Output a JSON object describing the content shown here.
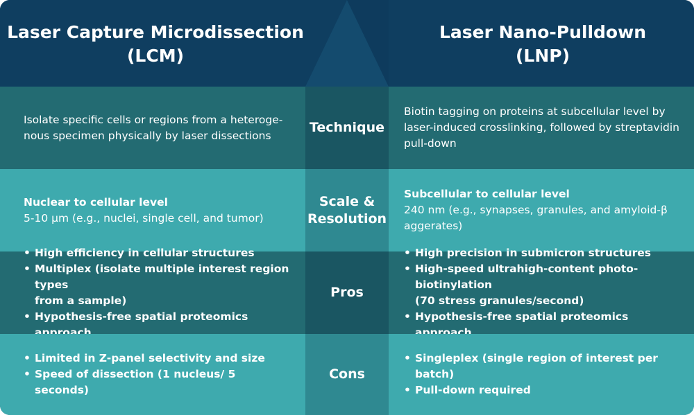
{
  "header": {
    "left_title": [
      "Laser Capture Microdissection",
      "(LCM)"
    ],
    "right_title": [
      "Laser Nano-Pulldown",
      "(LNP)"
    ]
  },
  "colors": {
    "header": "#0f3e60",
    "row_dark_side": "#236b72",
    "row_dark_mid": "#1a5662",
    "row_light_side": "#3eaaae",
    "row_light_mid": "#2f8991"
  },
  "rows": [
    {
      "label": [
        "Technique"
      ],
      "left": [
        "Isolate specific cells or regions from a heteroge-",
        "nous specimen physically by laser dissections"
      ],
      "right": [
        "Biotin tagging on proteins at subcellular level by",
        "laser-induced crosslinking, followed by streptavidin",
        "pull-down"
      ]
    },
    {
      "label": [
        "Scale &",
        "Resolution"
      ],
      "left_bold": "Nuclear to cellular level",
      "left": "5-10 μm (e.g., nuclei,  single cell, and tumor)",
      "right_bold": "Subcellular to cellular level",
      "right": [
        "240 nm (e.g., synapses, granules, and amyloid-β",
        "aggerates)"
      ]
    },
    {
      "label": [
        "Pros"
      ],
      "bullet": "•",
      "left_bullets": [
        [
          "High efficiency in cellular structures"
        ],
        [
          "Multiplex (isolate multiple interest region types",
          "from a sample)"
        ],
        [
          "Hypothesis-free spatial proteomics approach"
        ]
      ],
      "right_bullets": [
        [
          "High precision in submicron structures"
        ],
        [
          "High-speed ultrahigh-content photo-biotinylation",
          "(70 stress granules/second)"
        ],
        [
          "Hypothesis-free spatial proteomics approach"
        ]
      ]
    },
    {
      "label": [
        "Cons"
      ],
      "bullet": "•",
      "left_bullets": [
        [
          "Limited in Z-panel selectivity and size"
        ],
        [
          "Speed of dissection (1 nucleus/ 5 seconds)"
        ]
      ],
      "right_bullets": [
        [
          "Singleplex (single region of interest per batch)"
        ],
        [
          "Pull-down required"
        ]
      ]
    }
  ]
}
